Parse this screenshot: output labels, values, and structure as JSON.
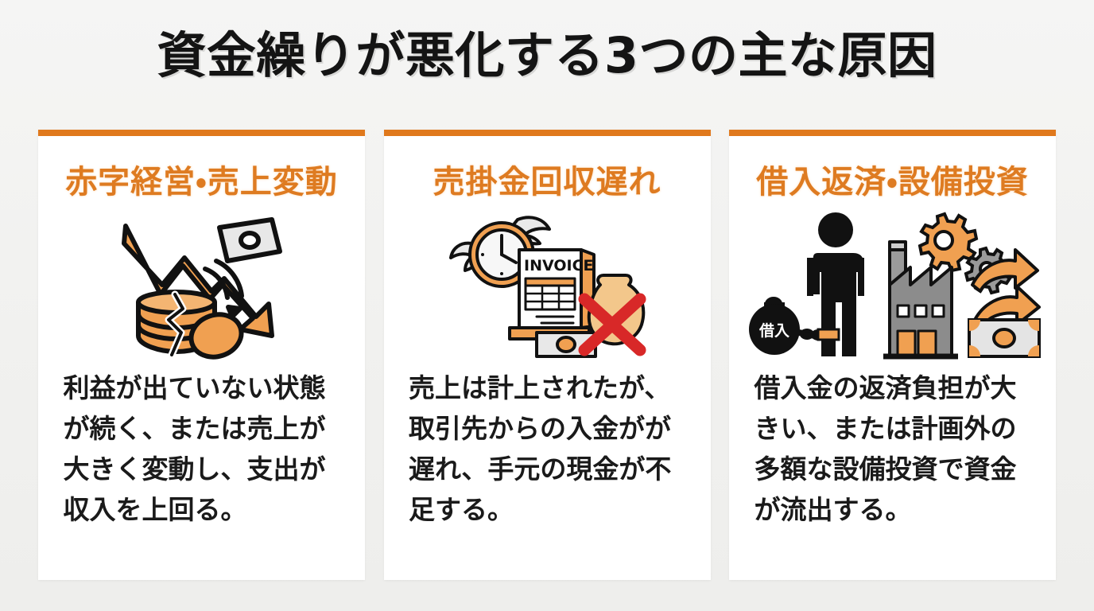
{
  "slide": {
    "title": "資金繰りが悪化する3つの主な原因",
    "background_color": "#f2f2f0",
    "accent_color": "#e0791d",
    "heading_color": "#de7b21",
    "body_text_color": "#1a1a1a",
    "card_background": "#ffffff"
  },
  "cards": [
    {
      "heading": "赤字経営・売上変動",
      "body": "利益が出ていない状態が続く、または売上が大きく変動し、支出が収入を上回る。",
      "illustration": "declining-chart-broken-coins-banknote-icon"
    },
    {
      "heading": "売掛金回収遅れ",
      "body": "売上は計上されたが、取引先からの入金がが遅れ、手元の現金が不足する。",
      "illustration": "winged-clock-invoice-crossed-money-bag-icon",
      "invoice_label": "INVOICE"
    },
    {
      "heading": "借入返済・設備投資",
      "body": "借入金の返済負担が大きい、または計画外の多額な設備投資で資金が流出する。",
      "illustration": "person-chained-ball-factory-gears-banknote-icon",
      "ball_label": "借入"
    }
  ]
}
